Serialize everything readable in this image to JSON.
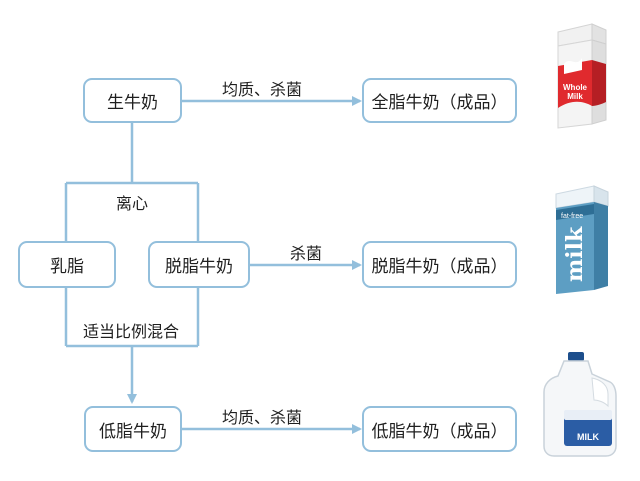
{
  "nodes": {
    "raw_milk": "生牛奶",
    "whole_milk_product": "全脂牛奶（成品）",
    "cream": "乳脂",
    "skim_milk": "脱脂牛奶",
    "skim_milk_product": "脱脂牛奶（成品）",
    "low_fat_milk": "低脂牛奶",
    "low_fat_milk_product": "低脂牛奶（成品）"
  },
  "edges": {
    "homogenize_sterilize_1": "均质、杀菌",
    "centrifuge": "离心",
    "sterilize": "杀菌",
    "mix_proportion": "适当比例混合",
    "homogenize_sterilize_2": "均质、杀菌"
  },
  "products": {
    "whole_carton": {
      "line1": "Whole",
      "line2": "Milk"
    },
    "fatfree_carton": {
      "band": "fat-free",
      "word": "milk"
    },
    "jug_label": "MILK"
  },
  "colors": {
    "line": "#93bfdc",
    "whole_red": "#e02a2e",
    "fatfree_blue": "#5d9ec3"
  }
}
